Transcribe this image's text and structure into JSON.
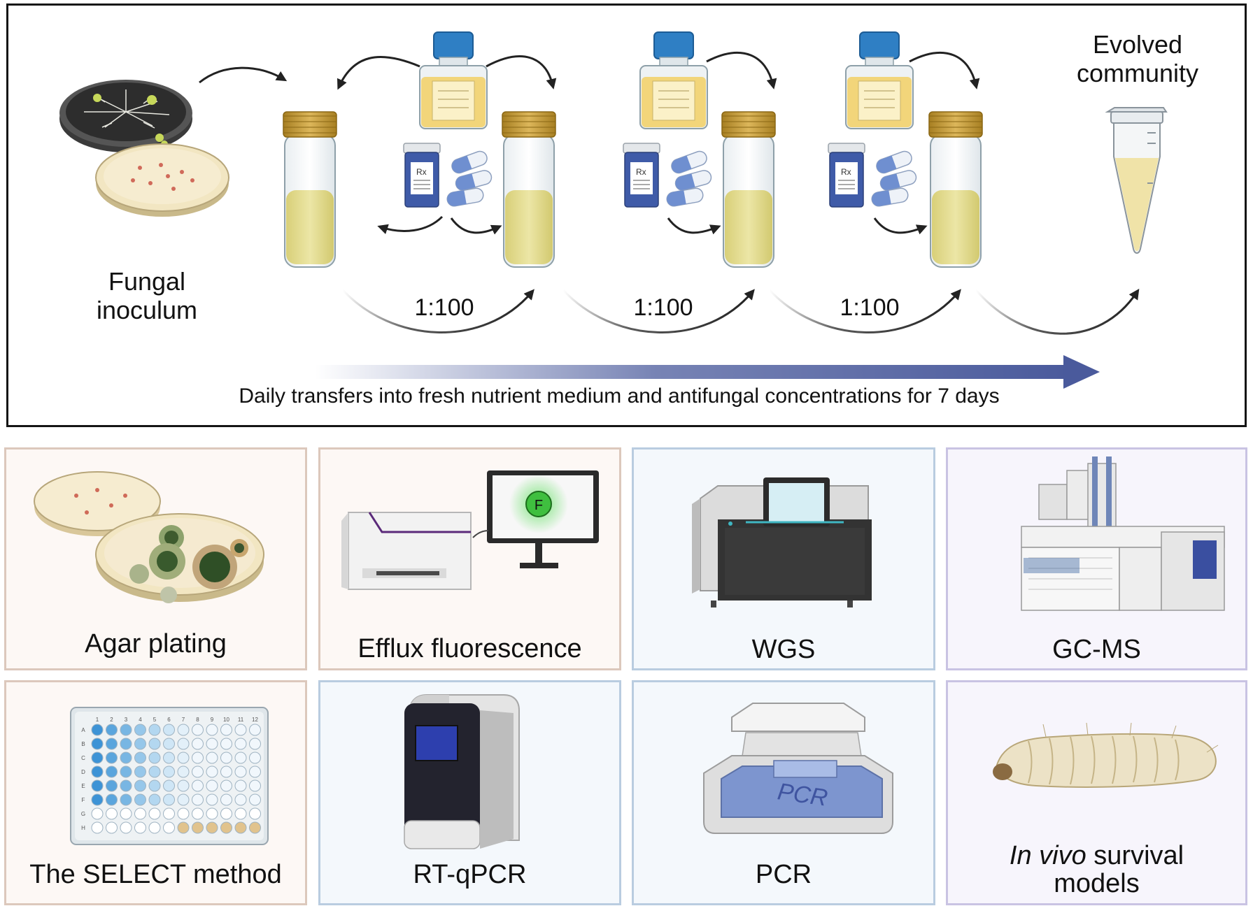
{
  "workflow": {
    "inoculum_label_line1": "Fungal",
    "inoculum_label_line2": "inoculum",
    "evolved_label_line1": "Evolved",
    "evolved_label_line2": "community",
    "transfer_ratios": [
      "1:100",
      "1:100",
      "1:100"
    ],
    "bottle_label_text": "Rx",
    "timeline_caption": "Daily transfers into fresh nutrient medium and antifungal concentrations for 7 days"
  },
  "methods": [
    {
      "id": "agar",
      "label": "Agar plating"
    },
    {
      "id": "efflux",
      "label": "Efflux fluorescence",
      "monitor_letter": "F"
    },
    {
      "id": "wgs",
      "label": "WGS"
    },
    {
      "id": "gcms",
      "label": "GC-MS"
    },
    {
      "id": "select",
      "label": "The SELECT method",
      "plate_columns": [
        "1",
        "2",
        "3",
        "4",
        "5",
        "6",
        "7",
        "8",
        "9",
        "10",
        "11",
        "12"
      ],
      "plate_rows": [
        "A",
        "B",
        "C",
        "D",
        "E",
        "F",
        "G",
        "H"
      ]
    },
    {
      "id": "rtqpcr",
      "label": "RT-qPCR"
    },
    {
      "id": "pcr",
      "label": "PCR",
      "device_text": "PCR"
    },
    {
      "id": "invivo",
      "label_italic": "In vivo",
      "label_rest": " survival",
      "label_line2": "models"
    }
  ],
  "colors": {
    "panel_border": "#151515",
    "arrow": "#222222",
    "timeline_gradient_end": "#4a5a9c",
    "card_warm_border": "#dcc8bc",
    "card_warm_fill": "#fdf8f5",
    "card_blue_border": "#b9cce0",
    "card_blue_fill": "#f4f8fc",
    "card_lilac_border": "#c9c3e3",
    "card_lilac_fill": "#f7f5fc",
    "broth": "#e4dc8a",
    "cap_gold": "#c9a23a",
    "cap_blue": "#2f7fc4",
    "media_yellow": "#f2d57a",
    "pill_blue": "#6f8fd0"
  }
}
